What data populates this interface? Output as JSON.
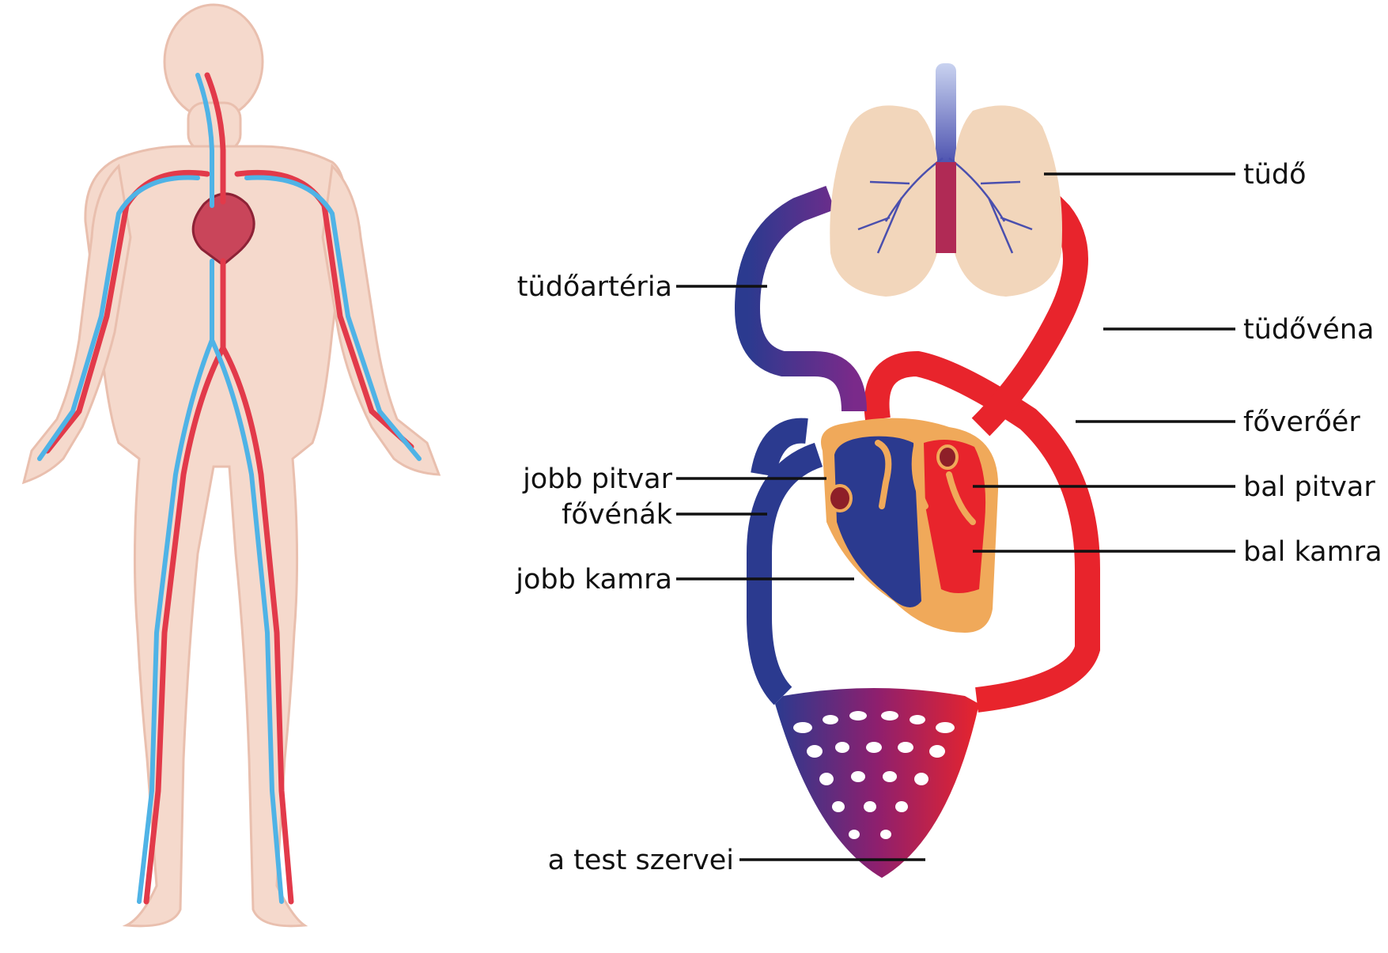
{
  "labels": {
    "lung": "tüdő",
    "pulmonary_artery": "tüdőartéria",
    "pulmonary_vein": "tüdővéna",
    "aorta": "főverőér",
    "right_atrium": "jobb pitvar",
    "left_atrium": "bal pitvar",
    "vena_cava": "fővénák",
    "left_ventricle": "bal kamra",
    "right_ventricle": "jobb kamra",
    "body_organs": "a test szervei"
  },
  "colors": {
    "artery_red": "#e8242c",
    "vein_blue": "#2b3a8f",
    "capillary_purple": "#8e1f6e",
    "heart_outline": "#f0a95a",
    "lung_tissue": "#f2d6bb",
    "skin": "#f5d9cc",
    "vessel_light_blue": "#4fb3e6"
  }
}
